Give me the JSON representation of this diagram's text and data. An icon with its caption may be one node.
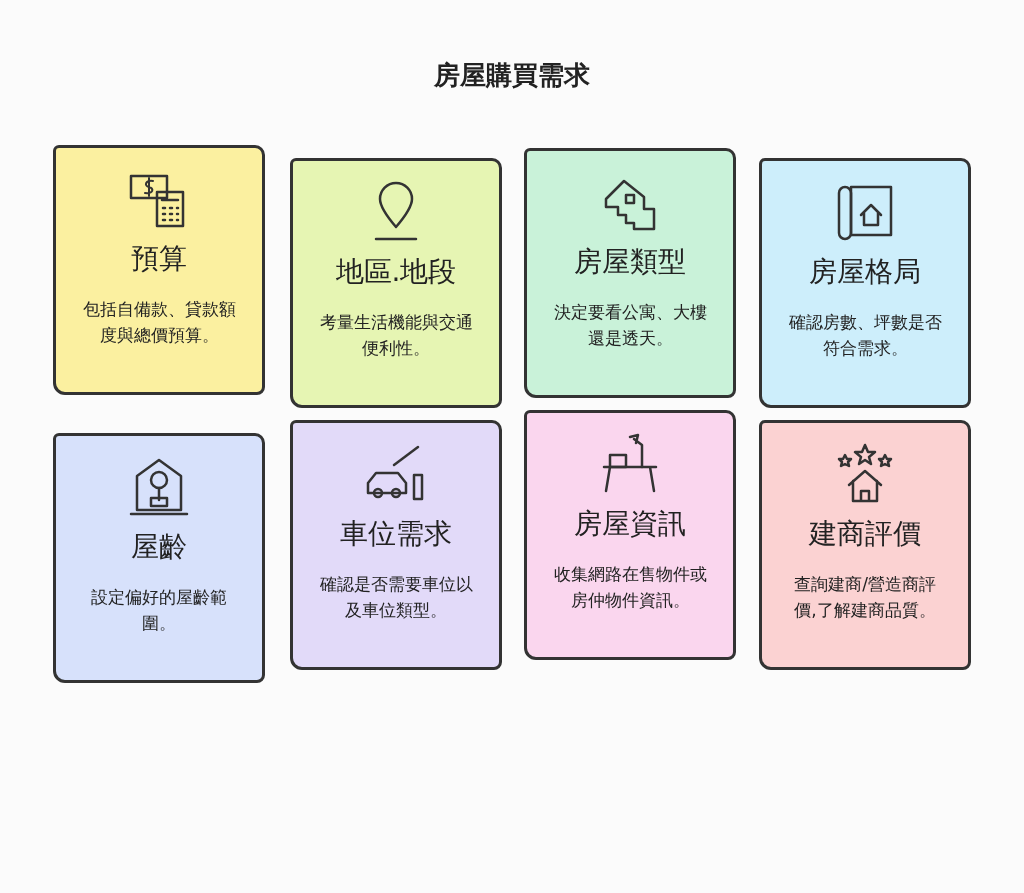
{
  "diagram": {
    "title": "房屋購買需求",
    "nodes": [
      {
        "text": [
          "預算",
          "包括自備款、貸款額度與總價預算。"
        ]
      },
      {
        "text": [
          "地區.地段",
          "考量生活機能與交通便利性。"
        ]
      },
      {
        "text": [
          "房屋類型",
          "決定要看公寓、大樓還是透天。"
        ]
      },
      {
        "text": [
          "房屋格局",
          "確認房數、坪數是否符合需求。"
        ]
      },
      {
        "text": [
          "屋齡",
          "設定偏好的屋齡範圍。"
        ]
      },
      {
        "text": [
          "車位需求",
          "確認是否需要車位以及車位類型。"
        ]
      },
      {
        "text": [
          "房屋資訊",
          "收集網路在售物件或房仲物件資訊。"
        ]
      },
      {
        "text": [
          "建商評價",
          "查詢建商/營造商評價,了解建商品質。"
        ]
      }
    ]
  }
}
